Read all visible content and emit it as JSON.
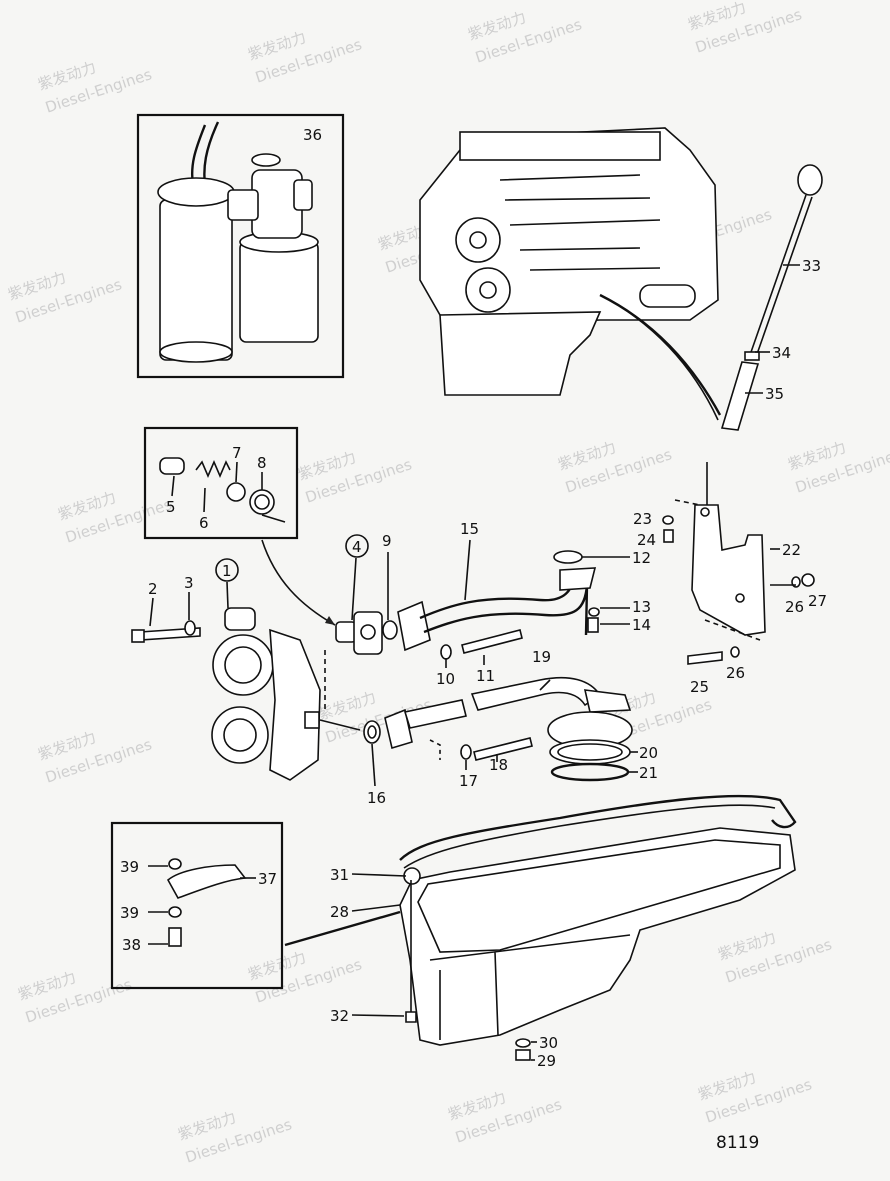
{
  "diagram_number": "8119",
  "watermark": {
    "cn": "紫发动力",
    "en": "Diesel-Engines"
  },
  "callouts": [
    {
      "id": "c1",
      "label": "1",
      "circled": true
    },
    {
      "id": "c2",
      "label": "2"
    },
    {
      "id": "c3",
      "label": "3"
    },
    {
      "id": "c4",
      "label": "4",
      "circled": true
    },
    {
      "id": "c5",
      "label": "5"
    },
    {
      "id": "c6",
      "label": "6"
    },
    {
      "id": "c7",
      "label": "7"
    },
    {
      "id": "c8",
      "label": "8"
    },
    {
      "id": "c9",
      "label": "9"
    },
    {
      "id": "c10",
      "label": "10"
    },
    {
      "id": "c11",
      "label": "11"
    },
    {
      "id": "c12",
      "label": "12"
    },
    {
      "id": "c13",
      "label": "13"
    },
    {
      "id": "c14",
      "label": "14"
    },
    {
      "id": "c15",
      "label": "15"
    },
    {
      "id": "c16",
      "label": "16"
    },
    {
      "id": "c17",
      "label": "17"
    },
    {
      "id": "c18",
      "label": "18"
    },
    {
      "id": "c19",
      "label": "19"
    },
    {
      "id": "c20",
      "label": "20"
    },
    {
      "id": "c21",
      "label": "21"
    },
    {
      "id": "c22",
      "label": "22"
    },
    {
      "id": "c23",
      "label": "23"
    },
    {
      "id": "c24",
      "label": "24"
    },
    {
      "id": "c25",
      "label": "25"
    },
    {
      "id": "c26a",
      "label": "26"
    },
    {
      "id": "c26b",
      "label": "26"
    },
    {
      "id": "c27",
      "label": "27"
    },
    {
      "id": "c28",
      "label": "28"
    },
    {
      "id": "c29",
      "label": "29"
    },
    {
      "id": "c30",
      "label": "30"
    },
    {
      "id": "c31",
      "label": "31"
    },
    {
      "id": "c32",
      "label": "32"
    },
    {
      "id": "c33",
      "label": "33"
    },
    {
      "id": "c34",
      "label": "34"
    },
    {
      "id": "c35",
      "label": "35"
    },
    {
      "id": "c36",
      "label": "36"
    },
    {
      "id": "c37",
      "label": "37"
    },
    {
      "id": "c38",
      "label": "38"
    },
    {
      "id": "c39a",
      "label": "39"
    },
    {
      "id": "c39b",
      "label": "39"
    }
  ]
}
